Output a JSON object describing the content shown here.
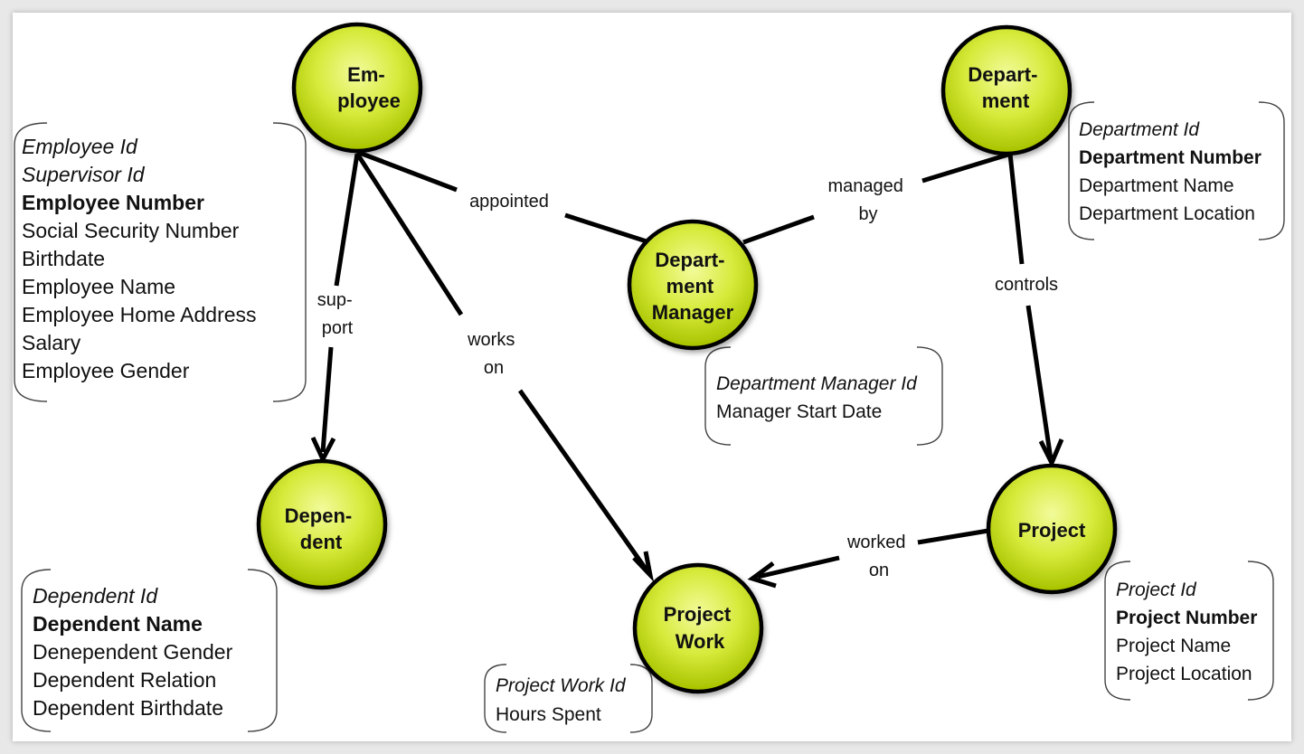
{
  "colors": {
    "node_fill_center": "#f2fb9a",
    "node_fill_edge": "#a9c400",
    "node_stroke": "#000000",
    "edge": "#000000"
  },
  "nodes": {
    "employee": {
      "lines": [
        "Em-",
        "ployee"
      ]
    },
    "department": {
      "lines": [
        "Depart-",
        "ment"
      ]
    },
    "department_manager": {
      "lines": [
        "Depart-",
        "ment",
        "Manager"
      ]
    },
    "dependent": {
      "lines": [
        "Depen-",
        "dent"
      ]
    },
    "project_work": {
      "lines": [
        "Project",
        "Work"
      ]
    },
    "project": {
      "lines": [
        "Project"
      ]
    }
  },
  "edges": {
    "appointed": {
      "lines": [
        "appointed"
      ]
    },
    "managed_by": {
      "lines": [
        "managed",
        "by"
      ]
    },
    "support": {
      "lines": [
        "sup-",
        "port"
      ]
    },
    "works_on": {
      "lines": [
        "works",
        "on"
      ]
    },
    "controls": {
      "lines": [
        "controls"
      ]
    },
    "worked_on": {
      "lines": [
        "worked",
        "on"
      ]
    }
  },
  "attributes": {
    "employee": [
      {
        "text": "Employee Id",
        "style": "key"
      },
      {
        "text": "Supervisor Id",
        "style": "key"
      },
      {
        "text": "Employee Number",
        "style": "id"
      },
      {
        "text": "Social Security Number",
        "style": "plain"
      },
      {
        "text": "Birthdate",
        "style": "plain"
      },
      {
        "text": "Employee Name",
        "style": "plain"
      },
      {
        "text": "Employee Home Address",
        "style": "plain"
      },
      {
        "text": "Salary",
        "style": "plain"
      },
      {
        "text": "Employee Gender",
        "style": "plain"
      }
    ],
    "department": [
      {
        "text": "Department Id",
        "style": "key"
      },
      {
        "text": "Department Number",
        "style": "id"
      },
      {
        "text": "Department Name",
        "style": "plain"
      },
      {
        "text": "Department Location",
        "style": "plain"
      }
    ],
    "department_manager": [
      {
        "text": "Department Manager Id",
        "style": "key"
      },
      {
        "text": "Manager Start Date",
        "style": "plain"
      }
    ],
    "dependent": [
      {
        "text": "Dependent Id",
        "style": "key"
      },
      {
        "text": "Dependent Name",
        "style": "id"
      },
      {
        "text": "Denependent Gender",
        "style": "plain"
      },
      {
        "text": "Dependent Relation",
        "style": "plain"
      },
      {
        "text": "Dependent Birthdate",
        "style": "plain"
      }
    ],
    "project_work": [
      {
        "text": "Project Work Id",
        "style": "key"
      },
      {
        "text": "Hours Spent",
        "style": "plain"
      }
    ],
    "project": [
      {
        "text": "Project Id",
        "style": "key"
      },
      {
        "text": "Project Number",
        "style": "id"
      },
      {
        "text": "Project Name",
        "style": "plain"
      },
      {
        "text": "Project Location",
        "style": "plain"
      }
    ]
  }
}
